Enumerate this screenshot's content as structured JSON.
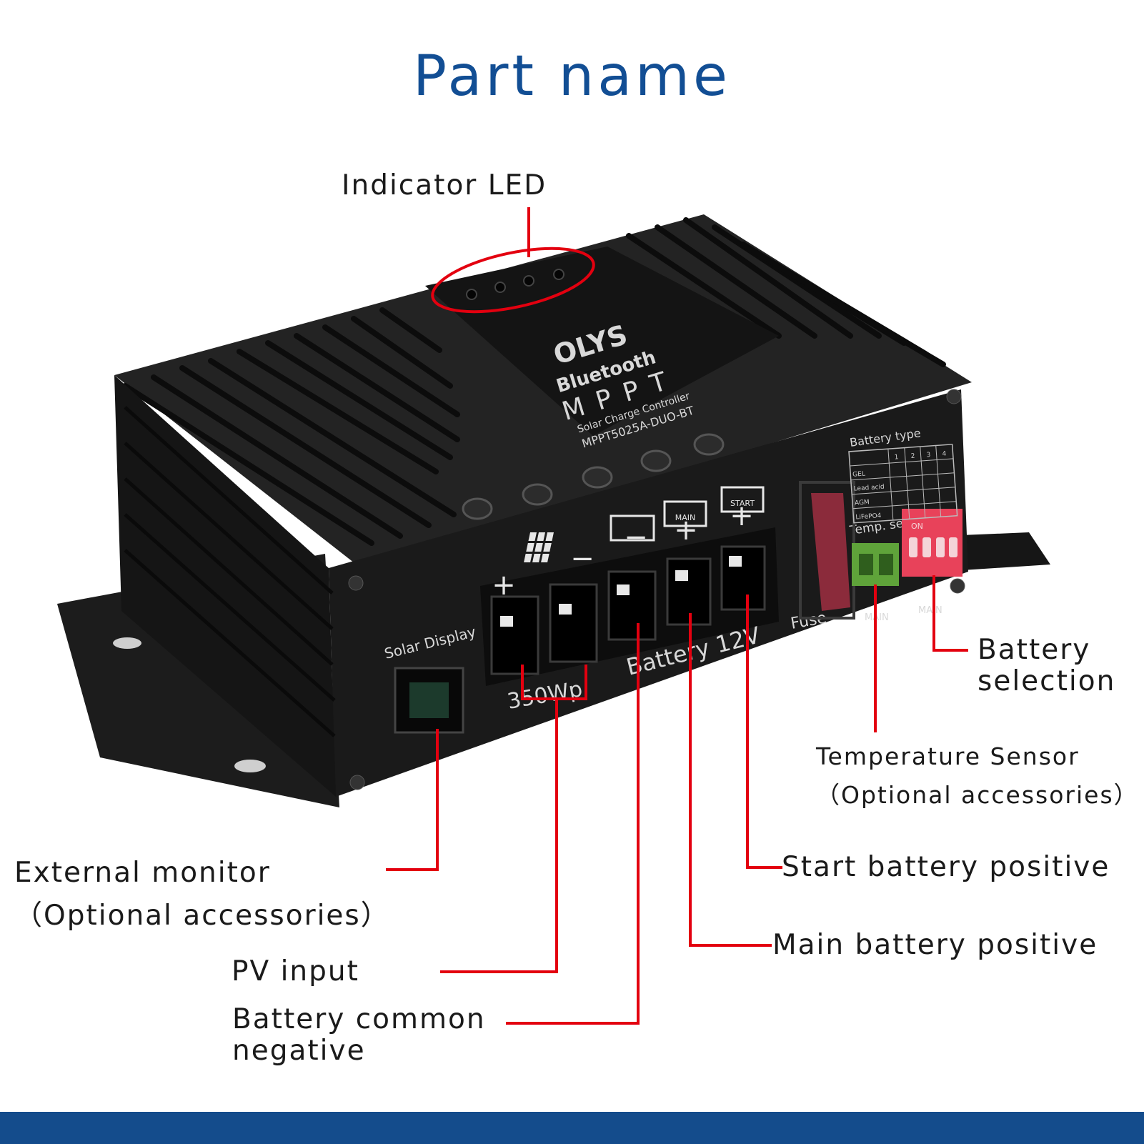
{
  "title": "Part name",
  "device": {
    "brand": "OLYS",
    "bluetooth": "Bluetooth",
    "mppt": "MPPT",
    "product": "Solar Charge Controller",
    "model": "MPPT5025A-DUO-BT",
    "solar_display": "Solar Display",
    "battery_voltage": "Battery 12V",
    "pv_power": "350Wp",
    "fuse": "Fuse",
    "battery_type": "Battery type",
    "temp_sensor": "Temp. sensor",
    "main_label": "MAIN",
    "start_label": "START",
    "on_label": "ON",
    "type_rows": [
      "GEL",
      "Lead acid",
      "AGM",
      "LiFePO4"
    ],
    "type_cols": [
      "1",
      "2",
      "3",
      "4"
    ]
  },
  "labels": {
    "indicator_led": "Indicator LED",
    "battery_selection_1": "Battery",
    "battery_selection_2": "selection",
    "temp_sensor_1": "Temperature Sensor",
    "temp_sensor_2": "（Optional accessories）",
    "start_battery_positive": "Start battery positive",
    "main_battery_positive": "Main battery positive",
    "external_monitor_1": "External monitor",
    "external_monitor_2": "（Optional accessories）",
    "pv_input": "PV input",
    "battery_common_negative_1": "Battery common",
    "battery_common_negative_2": "negative"
  },
  "colors": {
    "title": "#124e94",
    "leader": "#e3000f",
    "bar": "#144c8c",
    "device": "#1b1b1b"
  }
}
